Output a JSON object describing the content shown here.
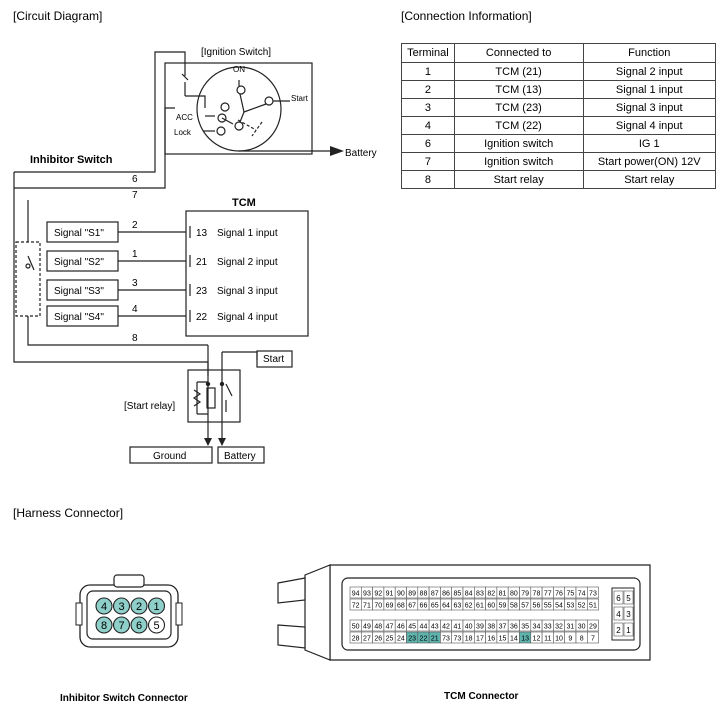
{
  "sections": {
    "circuit": "[Circuit Diagram]",
    "connection": "[Connection Information]",
    "harness": "[Harness Connector]"
  },
  "ignition": {
    "title": "[Ignition Switch]",
    "on": "ON",
    "start": "Start",
    "acc": "ACC",
    "lock": "Lock",
    "battery": "Battery"
  },
  "inhibitor": {
    "title": "Inhibitor Switch",
    "signals": [
      "Signal \"S1\"",
      "Signal \"S2\"",
      "Signal \"S3\"",
      "Signal \"S4\""
    ],
    "wire_numbers": [
      "6",
      "7",
      "2",
      "1",
      "3",
      "4",
      "8"
    ]
  },
  "tcm": {
    "title": "TCM",
    "pins": [
      "13",
      "21",
      "23",
      "22"
    ],
    "inputs": [
      "Signal 1 input",
      "Signal 2 input",
      "Signal 3 input",
      "Signal 4 input"
    ]
  },
  "relay": {
    "title": "[Start relay]",
    "start": "Start",
    "ground": "Ground",
    "battery": "Battery"
  },
  "connection_table": {
    "headers": [
      "Terminal",
      "Connected to",
      "Function"
    ],
    "rows": [
      [
        "1",
        "TCM (21)",
        "Signal 2 input"
      ],
      [
        "2",
        "TCM (13)",
        "Signal 1 input"
      ],
      [
        "3",
        "TCM (23)",
        "Signal 3 input"
      ],
      [
        "4",
        "TCM (22)",
        "Signal 4 input"
      ],
      [
        "6",
        "Ignition switch",
        "IG 1"
      ],
      [
        "7",
        "Ignition switch",
        "Start power(ON) 12V"
      ],
      [
        "8",
        "Start relay",
        "Start relay"
      ]
    ]
  },
  "inhibitor_connector": {
    "label": "Inhibitor Switch Connector",
    "top_pins": [
      "4",
      "3",
      "2",
      "1"
    ],
    "bottom_pins": [
      "8",
      "7",
      "6",
      "5"
    ],
    "highlight_color": "#8fcfc9"
  },
  "tcm_connector": {
    "label": "TCM Connector",
    "rows": [
      [
        "94",
        "93",
        "92",
        "91",
        "90",
        "89",
        "88",
        "87",
        "86",
        "85",
        "84",
        "83",
        "82",
        "81",
        "80",
        "79",
        "78",
        "77",
        "76",
        "75",
        "74",
        "73"
      ],
      [
        "72",
        "71",
        "70",
        "69",
        "68",
        "67",
        "66",
        "65",
        "64",
        "63",
        "62",
        "61",
        "60",
        "59",
        "58",
        "57",
        "56",
        "55",
        "54",
        "53",
        "52",
        "51"
      ],
      [
        "50",
        "49",
        "48",
        "47",
        "46",
        "45",
        "44",
        "43",
        "42",
        "41",
        "40",
        "39",
        "38",
        "37",
        "36",
        "35",
        "34",
        "33",
        "32",
        "31",
        "30",
        "29"
      ],
      [
        "28",
        "27",
        "26",
        "25",
        "24",
        "23",
        "22",
        "21",
        "73",
        "73",
        "18",
        "17",
        "16",
        "15",
        "14",
        "13",
        "12",
        "11",
        "10",
        "9",
        "8",
        "7"
      ]
    ],
    "side_pins": [
      [
        "6",
        "5"
      ],
      [
        "4",
        "3"
      ],
      [
        "2",
        "1"
      ]
    ],
    "highlighted": [
      "23",
      "22",
      "21",
      "13"
    ],
    "highlight_color": "#5fb3ad"
  }
}
